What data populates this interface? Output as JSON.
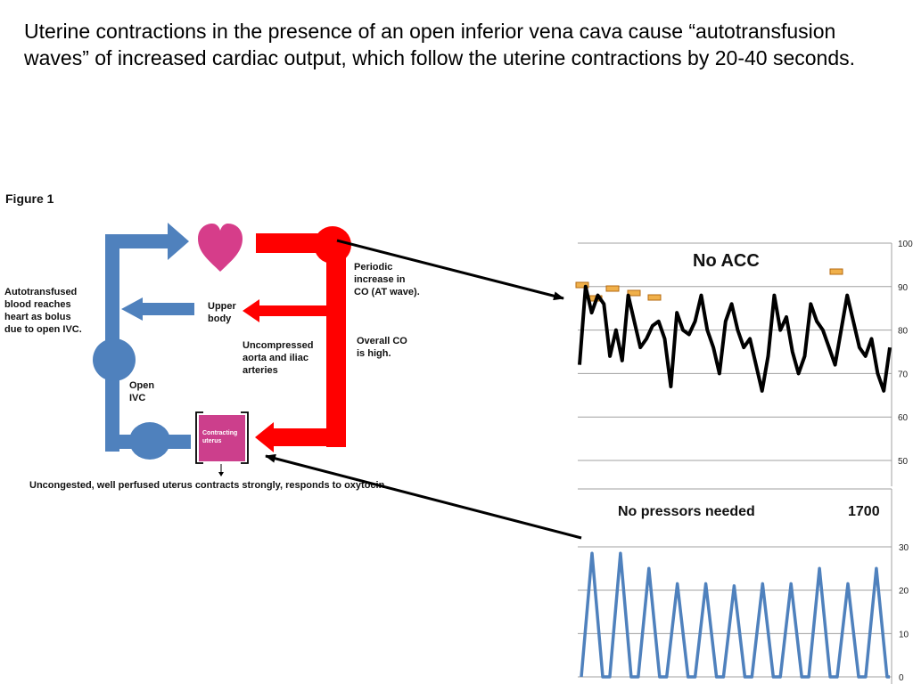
{
  "title": "Uterine contractions in the presence of an open inferior vena cava cause “autotransfusion waves” of increased cardiac output, which follow the uterine contractions by 20-40 seconds.",
  "figure": {
    "label": "Figure 1",
    "colors": {
      "venous": "#4f81bd",
      "arterial": "#ff0000",
      "heart": "#d63d8a",
      "uterus": "#cc3f8c"
    },
    "labels": {
      "autotransfused": [
        "Autotransfused",
        "blood reaches",
        "heart as bolus",
        "due to open IVC."
      ],
      "upper_body": [
        "Upper",
        "body"
      ],
      "open_ivc": [
        "Open",
        "IVC"
      ],
      "uncompressed": [
        "Uncompressed",
        "aorta and iliac",
        "arteries"
      ],
      "periodic": [
        "Periodic",
        "increase in",
        "CO (AT wave)."
      ],
      "overall_co": [
        "Overall CO",
        "is high."
      ],
      "uterus": [
        "Contracting",
        "uterus"
      ],
      "caption": "Uncongested, well perfused uterus contracts strongly, responds to oxytocin."
    }
  },
  "chart_data": [
    {
      "type": "line",
      "title": "No ACC",
      "ylim": [
        50,
        100
      ],
      "y_ticks": [
        "100",
        "90",
        "80",
        "70",
        "60",
        "50"
      ],
      "grid": true,
      "series": [
        {
          "values": [
            72,
            90,
            84,
            88,
            86,
            74,
            80,
            73,
            88,
            82,
            76,
            78,
            81,
            82,
            78,
            67,
            84,
            80,
            79,
            82,
            88,
            80,
            76,
            70,
            82,
            86,
            80,
            76,
            78,
            72,
            66,
            74,
            88,
            80,
            83,
            75,
            70,
            74,
            86,
            82,
            80,
            76,
            72,
            80,
            88,
            82,
            76,
            74,
            78,
            70,
            66,
            76
          ]
        }
      ]
    },
    {
      "type": "line",
      "title": "No pressors needed",
      "annotation": "1700",
      "ylim": [
        0,
        30
      ],
      "y_ticks": [
        "30",
        "20",
        "10",
        "0"
      ],
      "grid": true,
      "series": [
        {
          "peaks": [
            28.5,
            28.5,
            25,
            21.5,
            21.5,
            21,
            21.5,
            21.5,
            25,
            21.5,
            25
          ]
        }
      ]
    }
  ]
}
